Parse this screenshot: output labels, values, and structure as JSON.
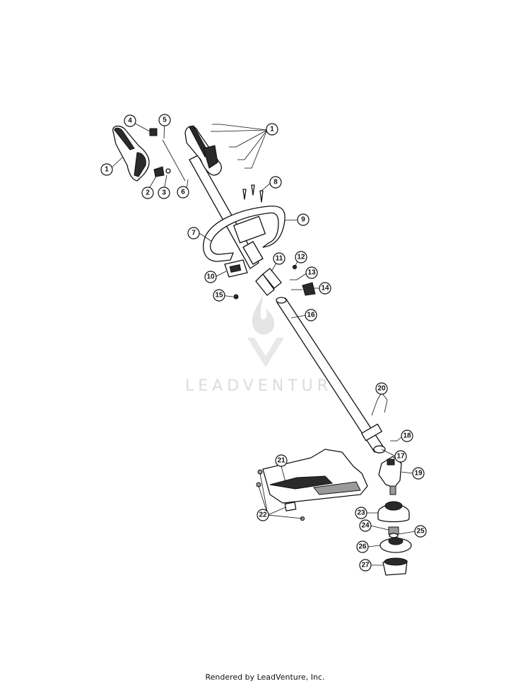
{
  "watermark": {
    "text": "LEADVENTURE"
  },
  "footer": {
    "text": "Rendered by LeadVenture, Inc."
  },
  "callouts": [
    "1",
    "1",
    "2",
    "3",
    "4",
    "5",
    "6",
    "7",
    "8",
    "9",
    "10",
    "11",
    "12",
    "13",
    "14",
    "15",
    "16",
    "17",
    "18",
    "19",
    "20",
    "21",
    "22",
    "23",
    "24",
    "25",
    "26",
    "27"
  ]
}
